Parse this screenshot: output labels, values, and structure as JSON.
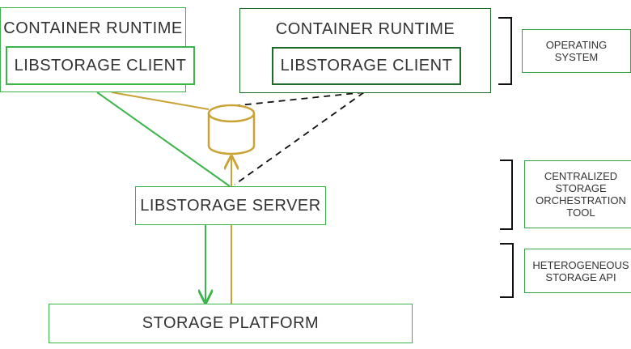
{
  "colors": {
    "green": "#3ab54a",
    "dark_green": "#1e6b2a",
    "gold": "#caa235",
    "black": "#111111",
    "text": "#333333"
  },
  "left_runtime": {
    "title": "CONTAINER RUNTIME",
    "client": "LIBSTORAGE CLIENT"
  },
  "right_runtime": {
    "title": "CONTAINER RUNTIME",
    "client": "LIBSTORAGE CLIENT"
  },
  "server": "LIBSTORAGE SERVER",
  "platform": "STORAGE PLATFORM",
  "legend": {
    "operating_system": "OPERATING\nSYSTEM",
    "orchestration": "CENTRALIZED\nSTORAGE\nORCHESTRATION\nTOOL",
    "storage_api": "HETEROGENEOUS\nSTORAGE API"
  }
}
